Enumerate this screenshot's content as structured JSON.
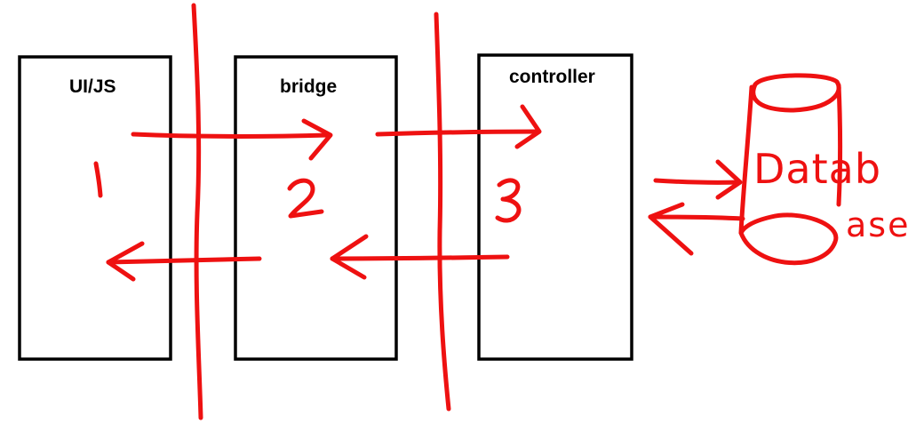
{
  "boxes": {
    "ui": {
      "label": "UI/JS",
      "number": "1"
    },
    "bridge": {
      "label": "bridge",
      "number": "2"
    },
    "controller": {
      "label": "controller",
      "number": "3"
    }
  },
  "database": {
    "label_line1": "Datab",
    "label_line2": "ase"
  },
  "colors": {
    "ink": "#ee1111",
    "box_stroke": "#000000",
    "background": "#ffffff"
  }
}
